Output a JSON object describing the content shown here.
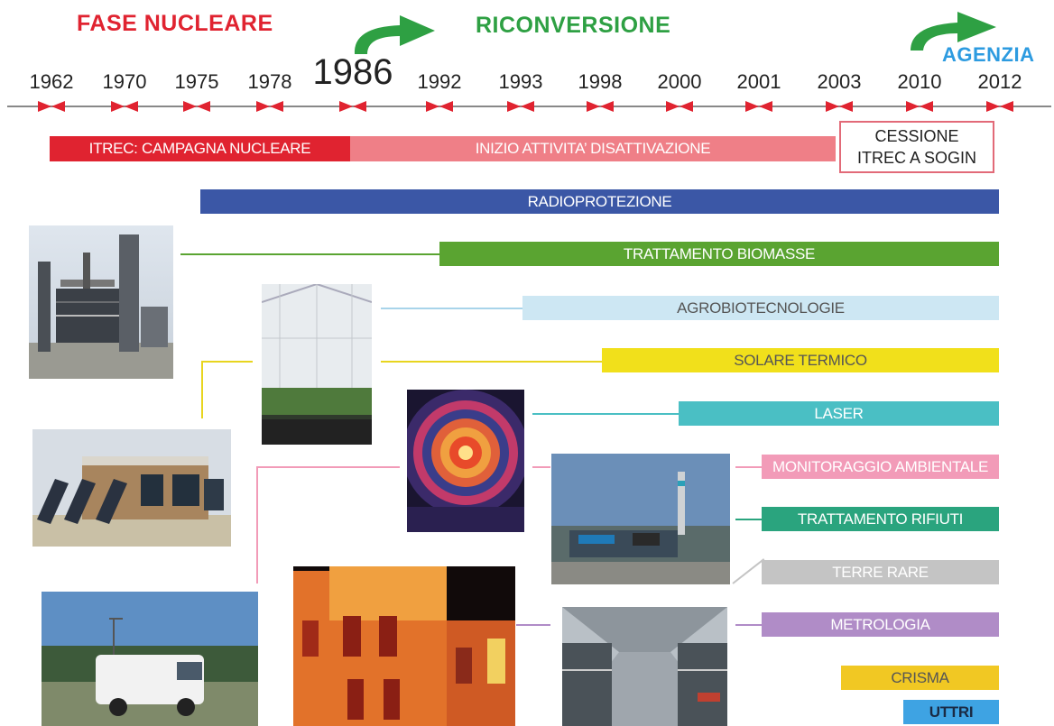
{
  "phases": {
    "nuclear": "FASE NUCLEARE",
    "reconversion": "RICONVERSIONE",
    "agency": "AGENZIA"
  },
  "colors": {
    "nuclear": "#e02330",
    "reconversion": "#2ea043",
    "agency": "#2d9be0"
  },
  "years": [
    "1962",
    "1970",
    "1975",
    "1978",
    "1986",
    "1992",
    "1993",
    "1998",
    "2000",
    "2001",
    "2003",
    "2010",
    "2012"
  ],
  "bars": {
    "itrec": "ITREC: CAMPAGNA NUCLEARE",
    "decommissioning": "INIZIO ATTIVITA’ DISATTIVAZIONE",
    "cession": "CESSIONE ITREC A SOGIN",
    "radioprotezione": "RADIOPROTEZIONE",
    "biomasse": "TRATTAMENTO BIOMASSE",
    "agrobiotecnologie": "AGROBIOTECNOLOGIE",
    "solare": "SOLARE TERMICO",
    "laser": "LASER",
    "monitoraggio": "MONITORAGGIO AMBIENTALE",
    "rifiuti": "TRATTAMENTO RIFIUTI",
    "terre_rare": "TERRE RARE",
    "metrologia": "METROLOGIA",
    "crisma": "CRISMA",
    "uttri": "UTTRI"
  }
}
